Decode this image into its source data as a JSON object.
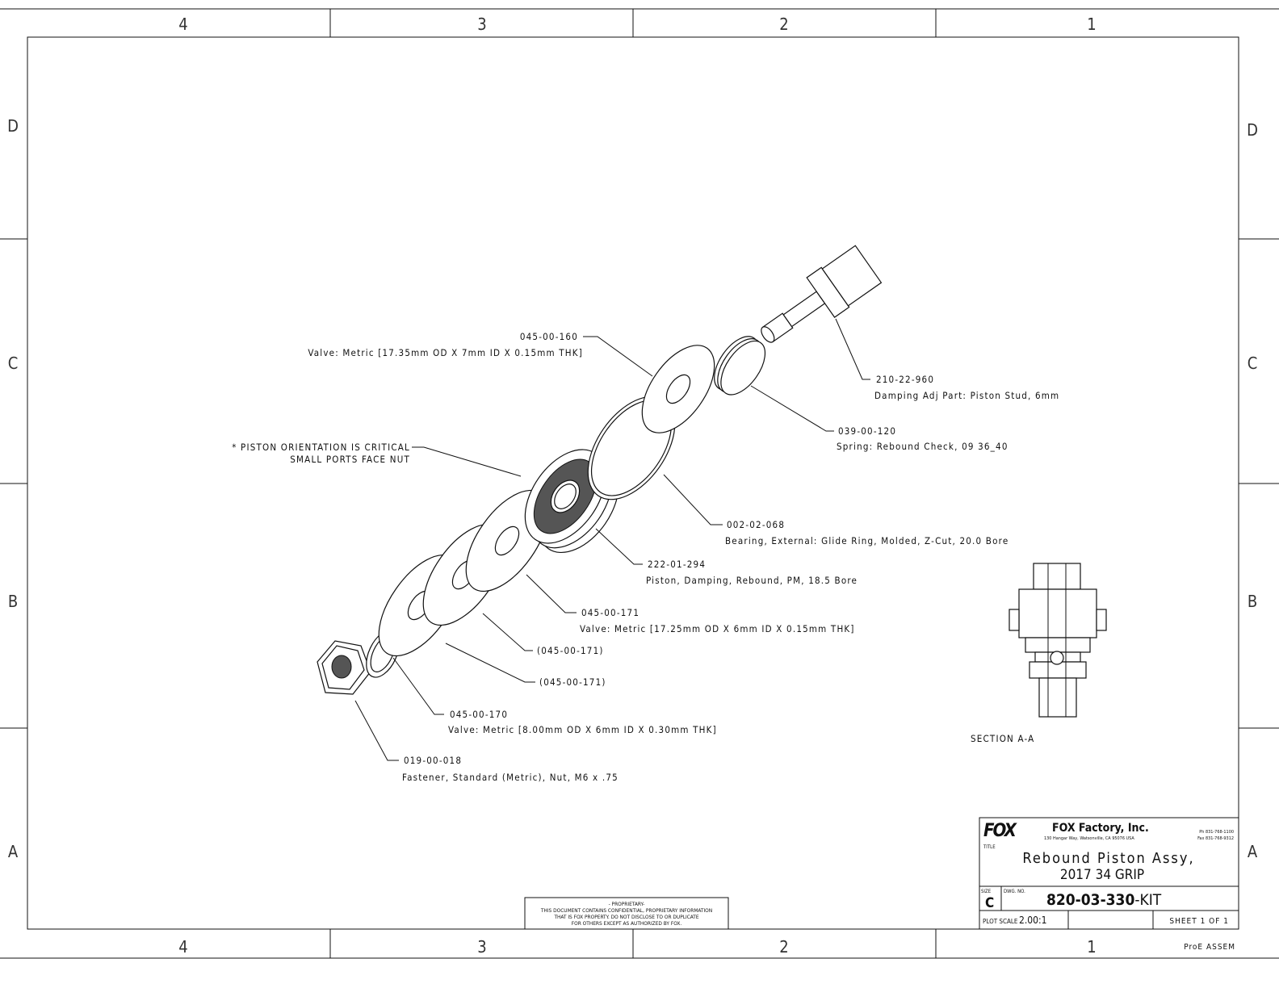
{
  "border": {
    "columns_top": [
      "4",
      "3",
      "2",
      "1"
    ],
    "columns_bottom": [
      "4",
      "3",
      "2",
      "1"
    ],
    "rows_left": [
      "D",
      "C",
      "B",
      "A"
    ],
    "rows_right": [
      "D",
      "C",
      "B",
      "A"
    ]
  },
  "callouts": [
    {
      "part": "045-00-160",
      "desc": "Valve: Metric [17.35mm OD X 7mm ID X 0.15mm THK]"
    },
    {
      "part": "210-22-960",
      "desc": "Damping Adj Part: Piston Stud, 6mm"
    },
    {
      "part": "039-00-120",
      "desc": "Spring: Rebound Check, 09 36_40"
    },
    {
      "part": "002-02-068",
      "desc": "Bearing, External: Glide Ring, Molded, Z-Cut, 20.0 Bore"
    },
    {
      "part": "222-01-294",
      "desc": "Piston, Damping, Rebound, PM, 18.5 Bore"
    },
    {
      "part": "045-00-171",
      "desc": "Valve: Metric [17.25mm OD X 6mm ID X 0.15mm THK]"
    },
    {
      "part": "(045-00-171)",
      "desc": ""
    },
    {
      "part": "(045-00-171)",
      "desc": ""
    },
    {
      "part": "045-00-170",
      "desc": "Valve: Metric [8.00mm OD X 6mm ID X 0.30mm THK]"
    },
    {
      "part": "019-00-018",
      "desc": "Fastener, Standard (Metric), Nut, M6 x .75"
    }
  ],
  "note": {
    "line1": "* PISTON ORIENTATION IS CRITICAL",
    "line2": "SMALL PORTS FACE NUT"
  },
  "section_label": "SECTION  A-A",
  "proprietary": {
    "line1": "- PROPRIETARY-",
    "line2": "THIS DOCUMENT CONTAINS CONFIDENTIAL, PROPRIETARY INFORMATION",
    "line3": "THAT IS FOX PROPERTY.  DO NOT DISCLOSE TO OR DUPLICATE",
    "line4": "FOR OTHERS EXCEPT AS AUTHORIZED BY FOX."
  },
  "title_block": {
    "logo_text": "FOX",
    "company": "FOX Factory, Inc.",
    "address": "130 Hangar Way, Watsonville, CA 95076 USA",
    "phone": "Ph 831-768-1100",
    "fax": "Fax 831-768-9312",
    "title_label": "TITLE",
    "title_line1": "Rebound Piston Assy,",
    "title_line2": "2017 34 GRIP",
    "size_label": "SIZE",
    "size": "C",
    "dwg_label": "DWG. NO.",
    "dwg_no": "820-03-330",
    "dwg_suffix": "-KIT",
    "plot_scale_label": "PLOT SCALE",
    "plot_scale": "2.00:1",
    "sheet": "SHEET 1 OF 1",
    "footer": "ProE ASSEM"
  }
}
